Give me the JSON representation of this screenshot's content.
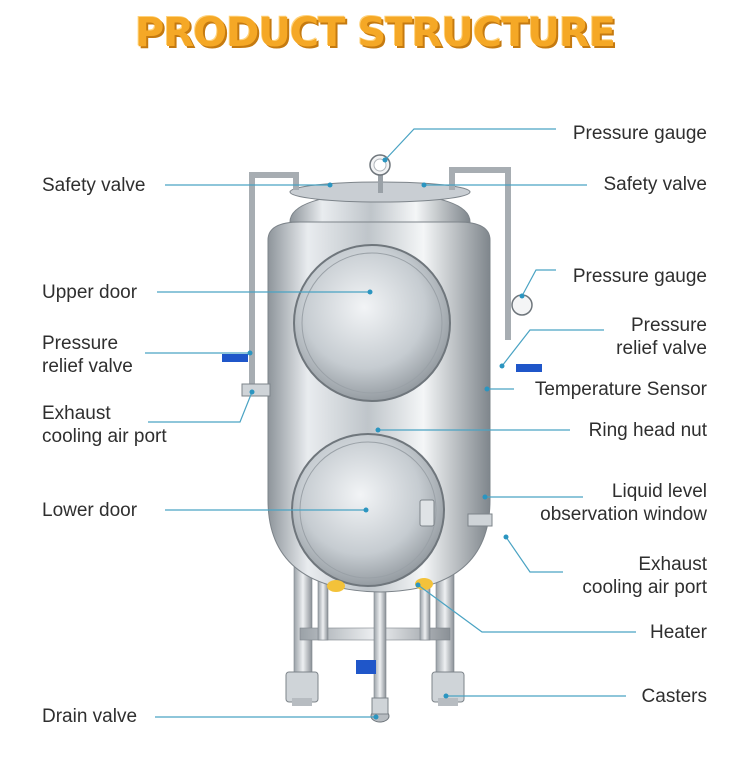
{
  "title": "PRODUCT STRUCTURE",
  "labels": {
    "pressure_gauge_top": "Pressure gauge",
    "safety_valve_left": "Safety valve",
    "safety_valve_right": "Safety valve",
    "pressure_gauge_side": "Pressure gauge",
    "upper_door": "Upper door",
    "pressure_relief_left": [
      "Pressure",
      "relief valve"
    ],
    "pressure_relief_right": [
      "Pressure",
      "relief valve"
    ],
    "temperature_sensor": "Temperature Sensor",
    "exhaust_left": [
      "Exhaust",
      "cooling air port"
    ],
    "ring_head_nut": "Ring head nut",
    "liquid_level": [
      "Liquid level",
      "observation window"
    ],
    "lower_door": "Lower door",
    "exhaust_right": [
      "Exhaust",
      "cooling air port"
    ],
    "heater": "Heater",
    "casters": "Casters",
    "drain_valve": "Drain valve"
  },
  "colors": {
    "title": "#f5a826",
    "leader_line": "#4aa3c3",
    "valve_handle": "#1f56c9",
    "steel": "#c9ced3"
  }
}
